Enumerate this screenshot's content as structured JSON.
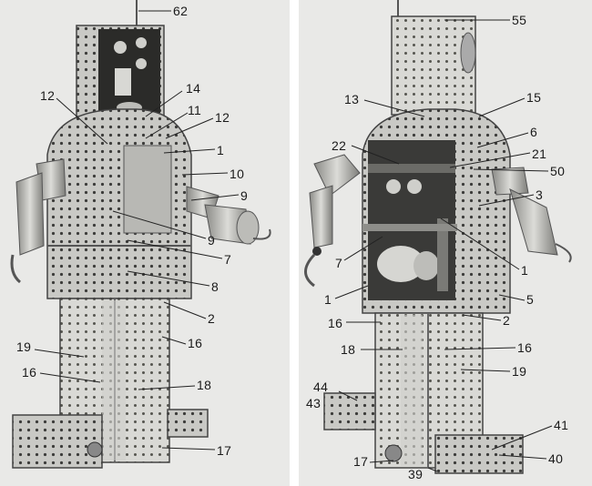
{
  "figure": {
    "left_panel_labels": [
      "62",
      "12",
      "14",
      "11",
      "12",
      "1",
      "10",
      "9",
      "9",
      "7",
      "8",
      "2",
      "16",
      "19",
      "16",
      "18",
      "17"
    ],
    "right_panel_labels": [
      "55",
      "13",
      "15",
      "6",
      "22",
      "21",
      "50",
      "3",
      "7",
      "1",
      "1",
      "5",
      "16",
      "2",
      "18",
      "16",
      "19",
      "44",
      "43",
      "41",
      "17",
      "40",
      "39"
    ]
  },
  "colors": {
    "background": "#e9e9e7",
    "metal_light": "#d4d4d0",
    "metal_mid": "#a9a9a5",
    "metal_dark": "#6e6e6a",
    "ink": "#1a1a1a"
  }
}
